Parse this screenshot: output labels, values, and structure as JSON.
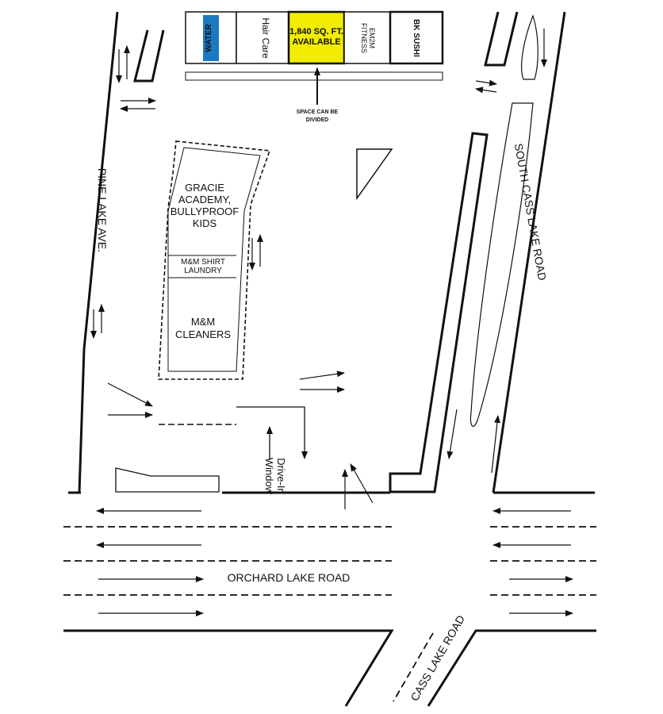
{
  "units": {
    "water_logo": "WATER",
    "hair_care": "Hair Care",
    "available_line1": "1,840 SQ. FT.",
    "available_line2": "AVAILABLE",
    "em2m_line1": "EM2M",
    "em2m_line2": "FITNESS",
    "bk_sushi": "BK SUSHI"
  },
  "callout": {
    "line1": "SPACE CAN BE",
    "line2": "DIVIDED"
  },
  "building": {
    "gracie_line1": "GRACIE",
    "gracie_line2": "ACADEMY,",
    "gracie_line3": "BULLYPROOF",
    "gracie_line4": "KIDS",
    "laundry_line1": "M&M SHIRT",
    "laundry_line2": "LAUNDRY",
    "cleaners_line1": "M&M",
    "cleaners_line2": "CLEANERS"
  },
  "roads": {
    "pine_lake": "PINE LAKE AVE.",
    "south_cass_lake": "SOUTH CASS LAKE ROAD",
    "orchard_lake": "ORCHARD LAKE ROAD",
    "cass_lake": "CASS LAKE ROAD"
  },
  "drive_in": {
    "line1": "Drive-In",
    "line2": "Window"
  },
  "colors": {
    "available_highlight": "#f2ec00",
    "water_logo_blue": "#1b79c2",
    "ink": "#111111"
  }
}
